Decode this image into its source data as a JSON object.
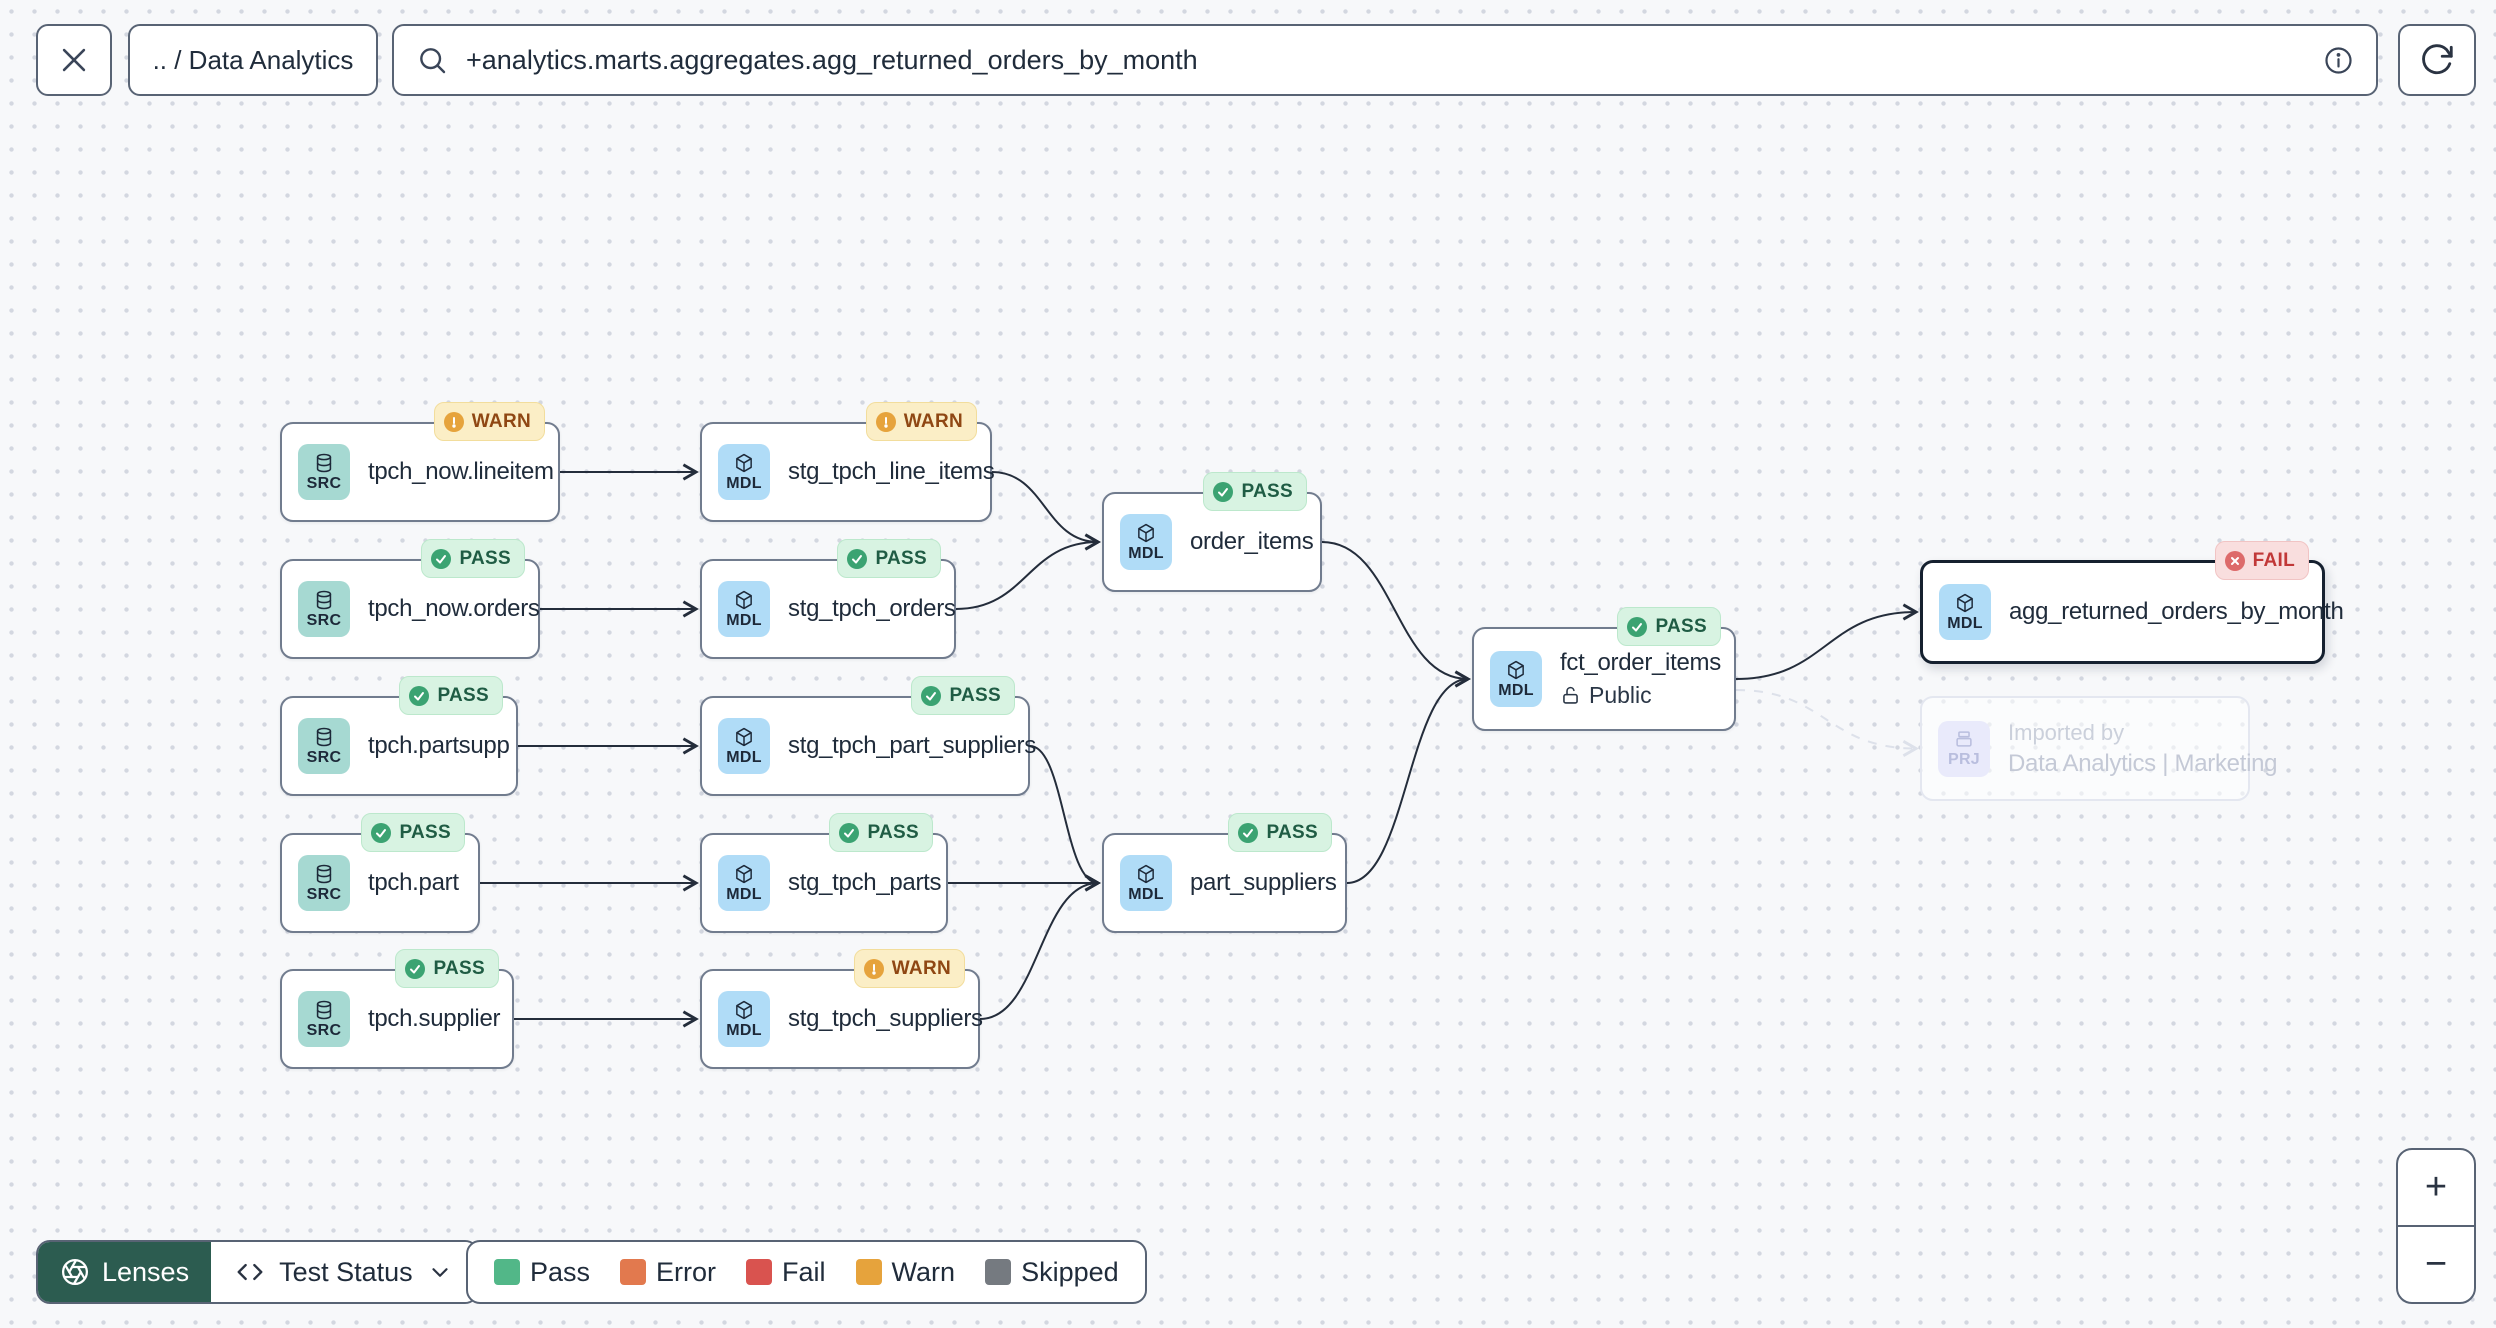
{
  "topbar": {
    "breadcrumb": ".. / Data Analytics",
    "search": {
      "value": "+analytics.marts.aggregates.agg_returned_orders_by_month"
    }
  },
  "graph": {
    "type_labels": {
      "SRC": "SRC",
      "MDL": "MDL",
      "PRJ": "PRJ"
    },
    "statuses": {
      "PASS": {
        "label": "PASS",
        "bg": "#d8f3e2",
        "border": "#bce8cc",
        "text": "#1f5c44",
        "dot": "#3ba372"
      },
      "WARN": {
        "label": "WARN",
        "bg": "#fbeec6",
        "border": "#f2dd9c",
        "text": "#8f4713",
        "dot": "#e6a33c"
      },
      "FAIL": {
        "label": "FAIL",
        "bg": "#f9dede",
        "border": "#f1c4c4",
        "text": "#c13838",
        "dot": "#dd6a6a"
      }
    },
    "nodes": [
      {
        "id": "src_lineitem",
        "type": "SRC",
        "label": "tpch_now.lineitem",
        "status": "WARN"
      },
      {
        "id": "stg_line_items",
        "type": "MDL",
        "label": "stg_tpch_line_items",
        "status": "WARN"
      },
      {
        "id": "src_orders",
        "type": "SRC",
        "label": "tpch_now.orders",
        "status": "PASS"
      },
      {
        "id": "stg_orders",
        "type": "MDL",
        "label": "stg_tpch_orders",
        "status": "PASS"
      },
      {
        "id": "src_partsupp",
        "type": "SRC",
        "label": "tpch.partsupp",
        "status": "PASS"
      },
      {
        "id": "stg_part_suppliers",
        "type": "MDL",
        "label": "stg_tpch_part_suppliers",
        "status": "PASS"
      },
      {
        "id": "src_part",
        "type": "SRC",
        "label": "tpch.part",
        "status": "PASS"
      },
      {
        "id": "stg_parts",
        "type": "MDL",
        "label": "stg_tpch_parts",
        "status": "PASS"
      },
      {
        "id": "src_supplier",
        "type": "SRC",
        "label": "tpch.supplier",
        "status": "PASS"
      },
      {
        "id": "stg_suppliers",
        "type": "MDL",
        "label": "stg_tpch_suppliers",
        "status": "WARN"
      },
      {
        "id": "order_items",
        "type": "MDL",
        "label": "order_items",
        "status": "PASS"
      },
      {
        "id": "part_suppliers",
        "type": "MDL",
        "label": "part_suppliers",
        "status": "PASS"
      },
      {
        "id": "fct_order_items",
        "type": "MDL",
        "label": "fct_order_items",
        "status": "PASS",
        "visibility": "Public"
      },
      {
        "id": "agg_returned_orders_by_month",
        "type": "MDL",
        "label": "agg_returned_orders_by_month",
        "status": "FAIL",
        "selected": true
      },
      {
        "id": "imported_by",
        "type": "PRJ",
        "label": "Data Analytics | Marketing",
        "sublabel": "Imported by",
        "ghost": true
      }
    ],
    "edges": [
      {
        "from": "src_lineitem",
        "to": "stg_line_items"
      },
      {
        "from": "src_orders",
        "to": "stg_orders"
      },
      {
        "from": "src_partsupp",
        "to": "stg_part_suppliers"
      },
      {
        "from": "src_part",
        "to": "stg_parts"
      },
      {
        "from": "src_supplier",
        "to": "stg_suppliers"
      },
      {
        "from": "stg_line_items",
        "to": "order_items"
      },
      {
        "from": "stg_orders",
        "to": "order_items"
      },
      {
        "from": "stg_part_suppliers",
        "to": "part_suppliers"
      },
      {
        "from": "stg_parts",
        "to": "part_suppliers"
      },
      {
        "from": "stg_suppliers",
        "to": "part_suppliers"
      },
      {
        "from": "order_items",
        "to": "fct_order_items"
      },
      {
        "from": "part_suppliers",
        "to": "fct_order_items"
      },
      {
        "from": "fct_order_items",
        "to": "agg_returned_orders_by_month"
      },
      {
        "from": "fct_order_items",
        "to": "imported_by",
        "kind": "dashed"
      }
    ]
  },
  "toolbar": {
    "lenses_label": "Lenses",
    "lens_selected": "Test Status",
    "lenses_color": "#2c5c50"
  },
  "legend": {
    "items": [
      {
        "label": "Pass",
        "color": "#52b788"
      },
      {
        "label": "Error",
        "color": "#e2794e"
      },
      {
        "label": "Fail",
        "color": "#d9534f"
      },
      {
        "label": "Warn",
        "color": "#e6a33c"
      },
      {
        "label": "Skipped",
        "color": "#757a80"
      }
    ]
  },
  "zoom_controls": {
    "zoom_in": "+",
    "zoom_out": "−"
  }
}
